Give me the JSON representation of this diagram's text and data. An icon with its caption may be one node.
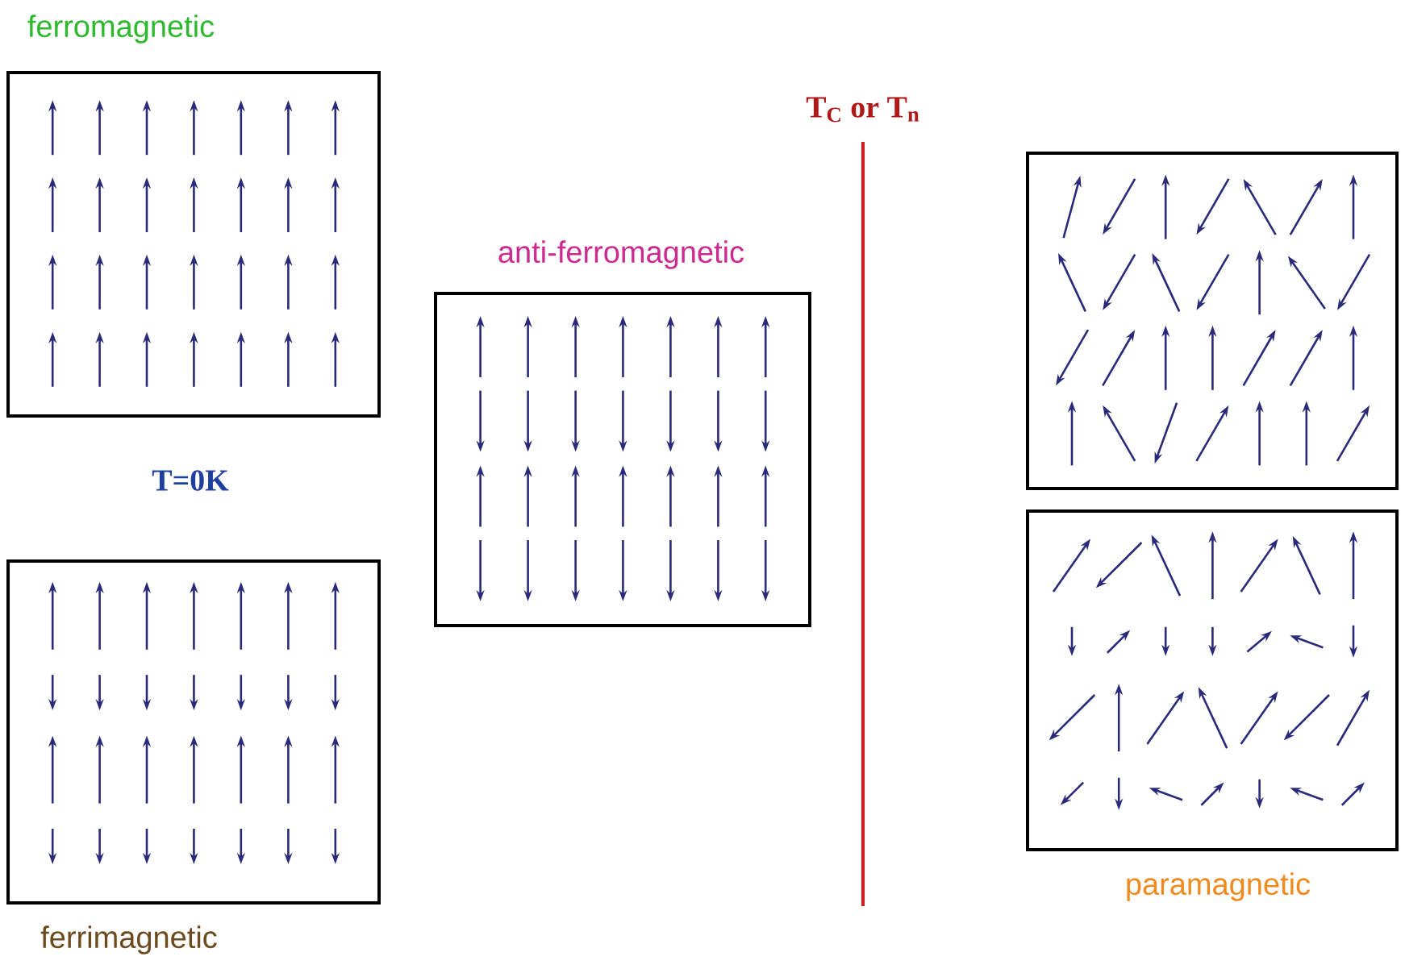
{
  "diagram": {
    "nodes": [
      {
        "text": [
          "ferromagnetic"
        ]
      },
      {
        "text": [
          "ferrimagnetic"
        ]
      },
      {
        "text": [
          "anti-ferromagnetic"
        ]
      },
      {
        "text": [],
        "shape": "box"
      },
      {
        "text": [
          "paramagnetic"
        ]
      }
    ],
    "labels": [
      "T=0K",
      "T$_{C}$ or T$_{n}$"
    ]
  }
}
